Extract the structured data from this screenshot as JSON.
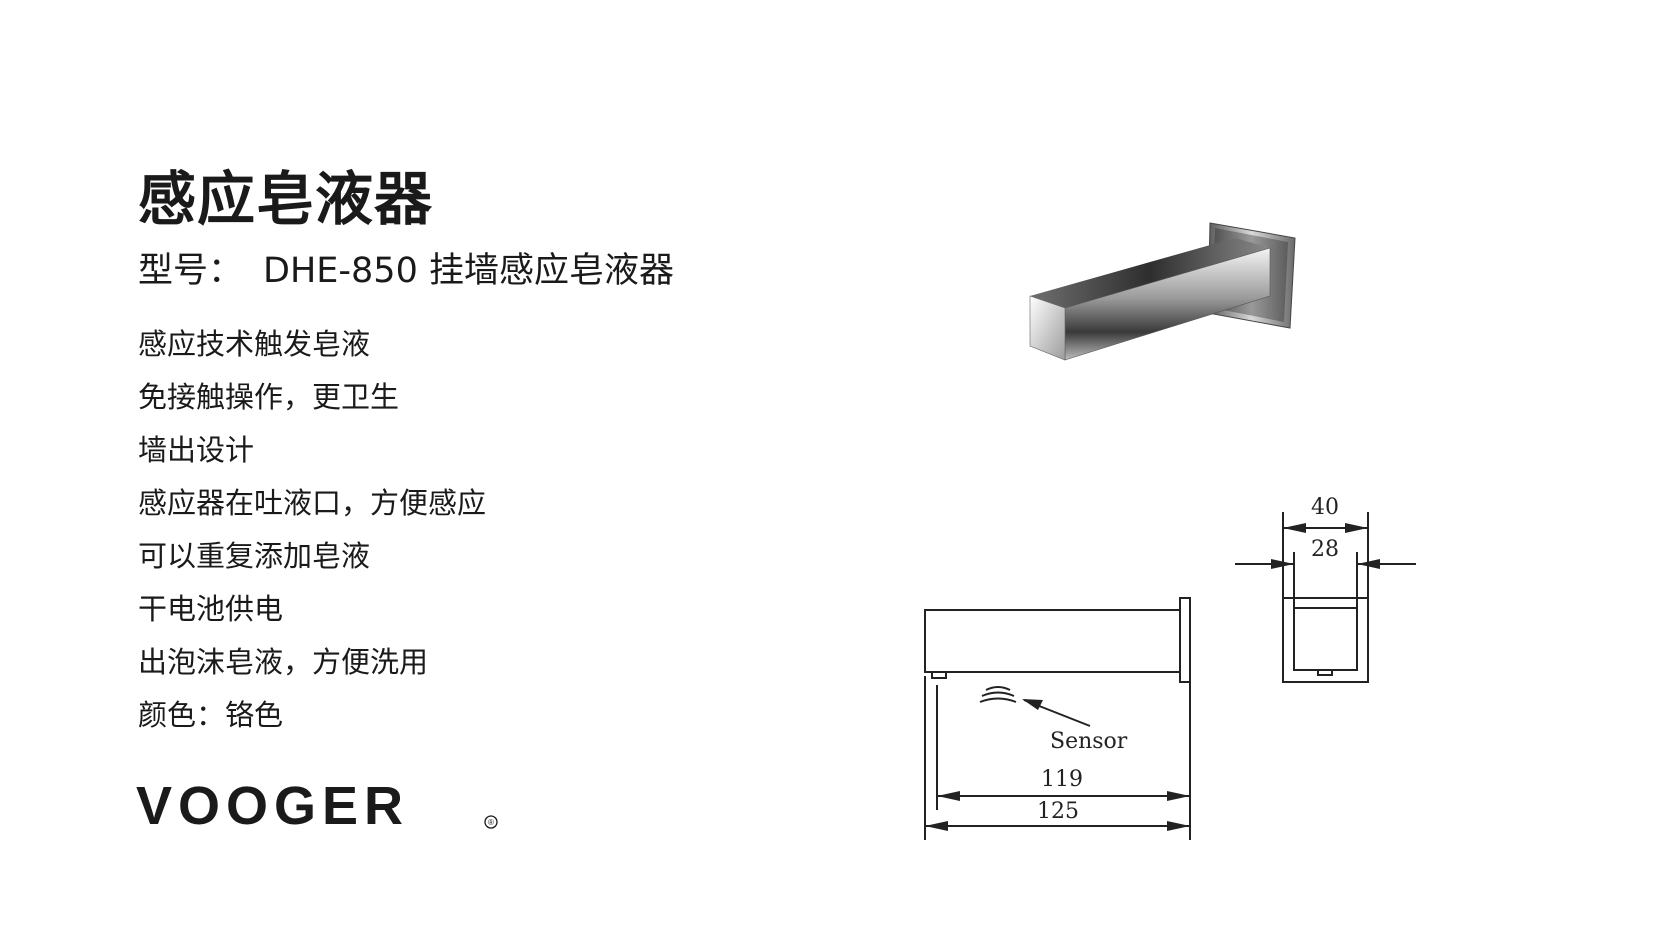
{
  "header": {
    "title": "感应皂液器",
    "model_label": "型号：",
    "model_value": "DHE-850 挂墙感应皂液器"
  },
  "features": [
    "感应技术触发皂液",
    "免接触操作，更卫生",
    "墙出设计",
    "感应器在吐液口，方便感应",
    "可以重复添加皂液",
    "干电池供电",
    "出泡沫皂液，方便洗用",
    "颜色：铬色"
  ],
  "brand": {
    "name": "VOOGER",
    "registered_mark": "®"
  },
  "drawing": {
    "top_width_outer": "40",
    "top_width_inner": "28",
    "sensor_label": "Sensor",
    "length_inner": "119",
    "length_outer": "125"
  },
  "colors": {
    "text": "#1a1a1a",
    "line": "#222222",
    "background": "#ffffff"
  }
}
